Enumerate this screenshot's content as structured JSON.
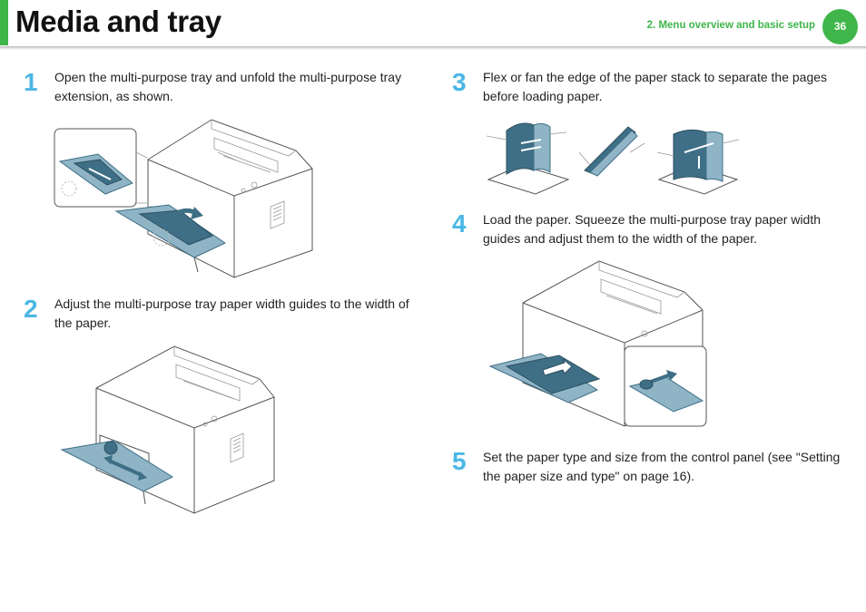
{
  "header": {
    "title": "Media and tray",
    "chapter": "2.  Menu overview and basic setup",
    "page_number": "36"
  },
  "steps": [
    {
      "number": "1",
      "text": "Open the multi-purpose tray and unfold the multi-purpose tray extension, as shown."
    },
    {
      "number": "2",
      "text": "Adjust the multi-purpose tray paper width guides to the width of the paper."
    },
    {
      "number": "3",
      "text": "Flex or fan the edge of the paper stack to separate the pages before loading paper."
    },
    {
      "number": "4",
      "text": "Load the paper. Squeeze the multi-purpose tray paper width guides and adjust them to the width of the paper."
    },
    {
      "number": "5",
      "text": "Set the paper type and size from the control panel (see \"Setting the paper size and type\" on page 16)."
    }
  ],
  "colors": {
    "accent": "#3fb54a",
    "step_number": "#4bb7e5",
    "illustration_blue": "#3e6f86"
  }
}
